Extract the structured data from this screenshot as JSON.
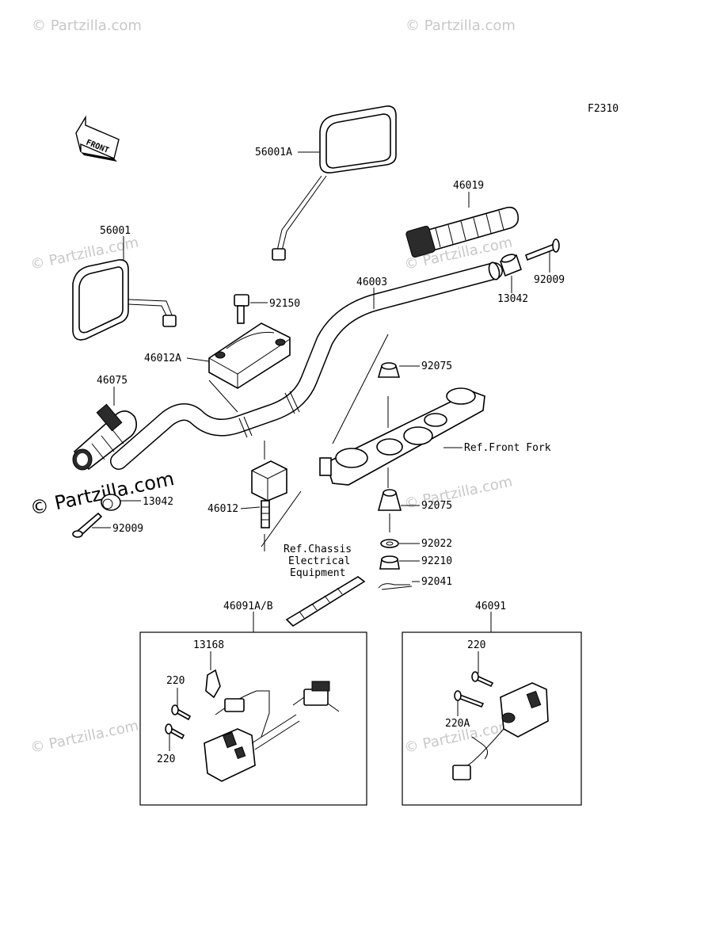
{
  "figure_code": "F2310",
  "front_arrow_label": "FRONT",
  "watermark": {
    "large": "© Partzilla.com",
    "small": "© Partzilla.com"
  },
  "parts": {
    "p56001A": "56001A",
    "p56001": "56001",
    "p46019": "46019",
    "p46003": "46003",
    "p92150": "92150",
    "p92009_right": "92009",
    "p13042_right": "13042",
    "p46012A": "46012A",
    "p92075_top": "92075",
    "p46075": "46075",
    "p13042_left": "13042",
    "p46012": "46012",
    "p92009_left": "92009",
    "p92075_bottom": "92075",
    "p92022": "92022",
    "p92210": "92210",
    "p92041": "92041",
    "p46091AB": "46091A/B",
    "p46091": "46091",
    "p13168": "13168",
    "p220_a": "220",
    "p220_b": "220",
    "p220_c": "220",
    "p220A": "220A"
  },
  "references": {
    "front_fork": "Ref.Front Fork",
    "chassis_line1": "Ref.Chassis",
    "chassis_line2": "Electrical",
    "chassis_line3": "Equipment"
  }
}
